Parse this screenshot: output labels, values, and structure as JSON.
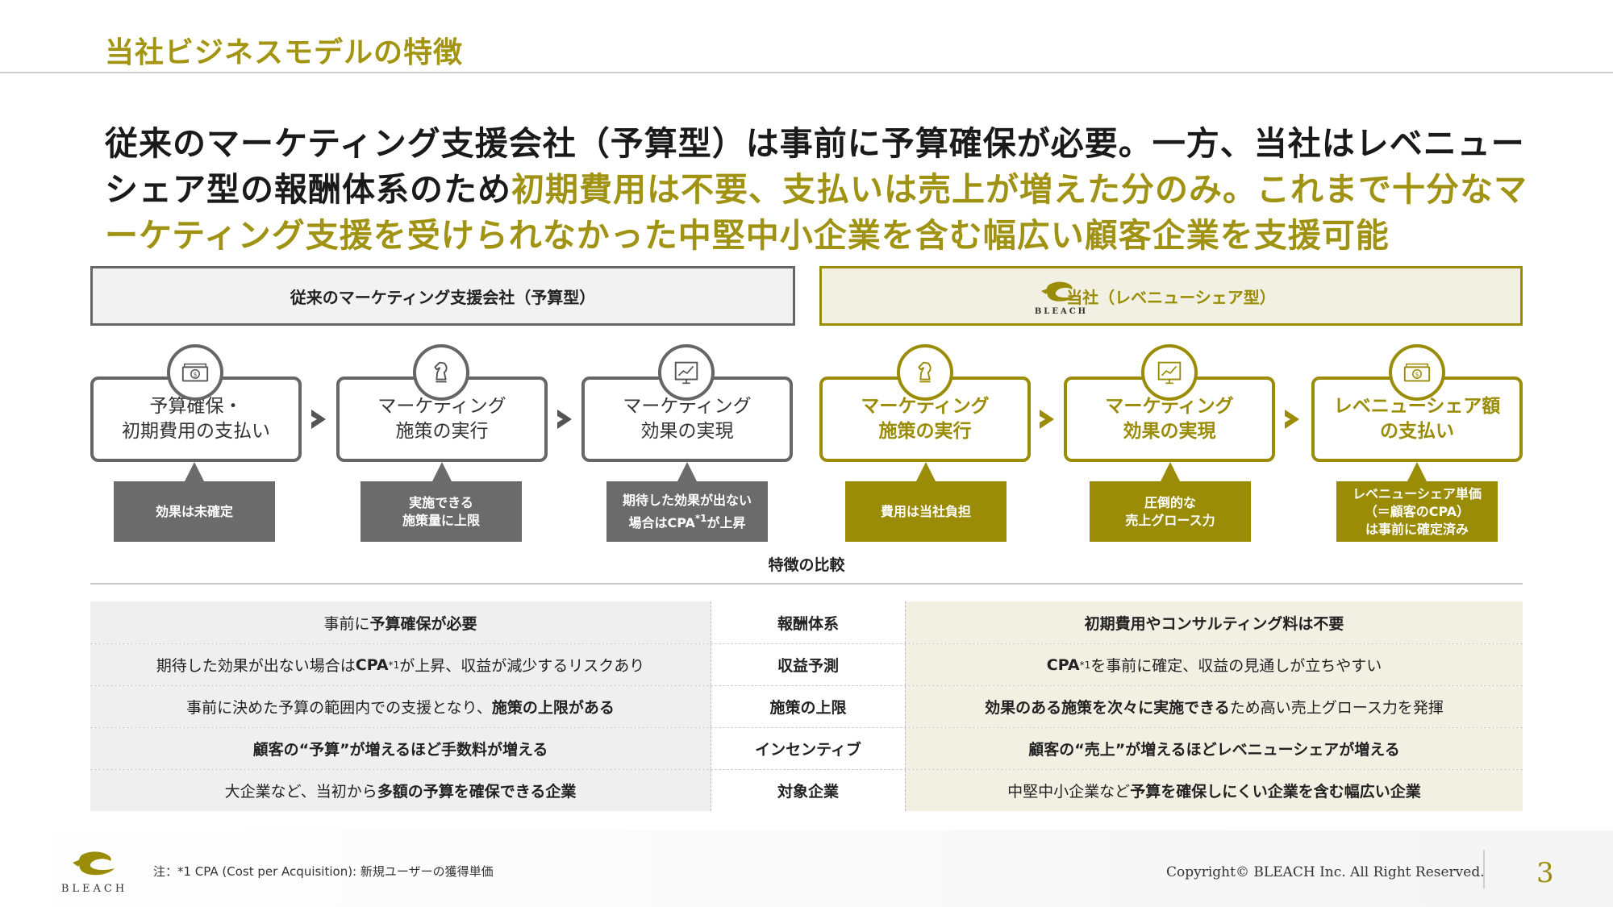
{
  "page": {
    "title": "当社ビジネスモデルの特徴",
    "number": "3"
  },
  "headline": {
    "part1": "従来のマーケティング支援会社（予算型）は事前に予算確保が必要。一方、当社はレベニューシェア型の報酬体系のため",
    "part2": "初期費用は不要、支払いは売上が増えた分のみ。これまで十分なマーケティング支援を受けられなかった中堅中小企業を含む幅広い顧客企業を支援可能"
  },
  "sections": {
    "left_title": "従来のマーケティング支援会社（予算型）",
    "right_title": "当社（レベニューシェア型）",
    "logo_text": "BLEACH"
  },
  "flow_left": [
    {
      "line1": "予算確保・",
      "line2": "初期費用の支払い",
      "icon": "money-icon",
      "note1": "効果は未確定",
      "note2": "",
      "note3": ""
    },
    {
      "line1": "マーケティング",
      "line2": "施策の実行",
      "icon": "chess-knight-icon",
      "note1": "実施できる",
      "note2": "施策量に上限",
      "note3": ""
    },
    {
      "line1": "マーケティング",
      "line2": "効果の実現",
      "icon": "chart-icon",
      "note1": "期待した効果が出ない",
      "note2": "場合はCPA",
      "note2_sup": "*1",
      "note2_tail": "が上昇",
      "note3": ""
    }
  ],
  "flow_right": [
    {
      "line1": "マーケティング",
      "line2": "施策の実行",
      "icon": "chess-knight-icon",
      "note1": "費用は当社負担",
      "note2": "",
      "note3": ""
    },
    {
      "line1": "マーケティング",
      "line2": "効果の実現",
      "icon": "chart-icon",
      "note1": "圧倒的な",
      "note2": "売上グロース力",
      "note3": ""
    },
    {
      "line1": "レベニューシェア額",
      "line2": "の支払い",
      "icon": "money-icon",
      "note1": "レベニューシェア単価",
      "note2": "（＝顧客のCPA）",
      "note3": "は事前に確定済み"
    }
  ],
  "comparison": {
    "label": "特徴の比較",
    "rows": [
      {
        "category": "報酬体系",
        "left_pre": "事前に",
        "left_bold": "予算確保が必要",
        "left_post": "",
        "left_sup": "",
        "right_pre": "",
        "right_bold": "初期費用やコンサルティング料は不要",
        "right_post": "",
        "right_sup": ""
      },
      {
        "category": "収益予測",
        "left_pre": "期待した効果が出ない場合は",
        "left_bold": "CPA",
        "left_sup": "*1",
        "left_post": "が上昇、収益が減少するリスクあり",
        "right_pre": "",
        "right_bold": "CPA",
        "right_sup": "*1",
        "right_post": "を事前に確定、収益の見通しが立ちやすい"
      },
      {
        "category": "施策の上限",
        "left_pre": "事前に決めた予算の範囲内での支援となり、",
        "left_bold": "施策の上限がある",
        "left_post": "",
        "left_sup": "",
        "right_pre": "",
        "right_bold": "効果のある施策を次々に実施できる",
        "right_post": "ため高い売上グロース力を発揮",
        "right_sup": ""
      },
      {
        "category": "インセンティブ",
        "left_pre": "",
        "left_bold": "顧客の“予算”が増えるほど手数料が増える",
        "left_post": "",
        "left_sup": "",
        "right_pre": "",
        "right_bold": "顧客の“売上”が増えるほどレベニューシェアが増える",
        "right_post": "",
        "right_sup": ""
      },
      {
        "category": "対象企業",
        "left_pre": "大企業など、当初から",
        "left_bold": "多額の予算を確保できる企業",
        "left_post": "",
        "left_sup": "",
        "right_pre": "中堅中小企業など",
        "right_bold": "予算を確保しにくい企業を含む幅広い企業",
        "right_post": "",
        "right_sup": ""
      }
    ]
  },
  "footer": {
    "logo_text": "BLEACH",
    "footnote": "注：*1 CPA (Cost per Acquisition): 新規ユーザーの獲得単価",
    "copyright": "Copyright© BLEACH Inc. All Right Reserved."
  },
  "colors": {
    "accent": "#9a8c06",
    "gray": "#666666"
  }
}
